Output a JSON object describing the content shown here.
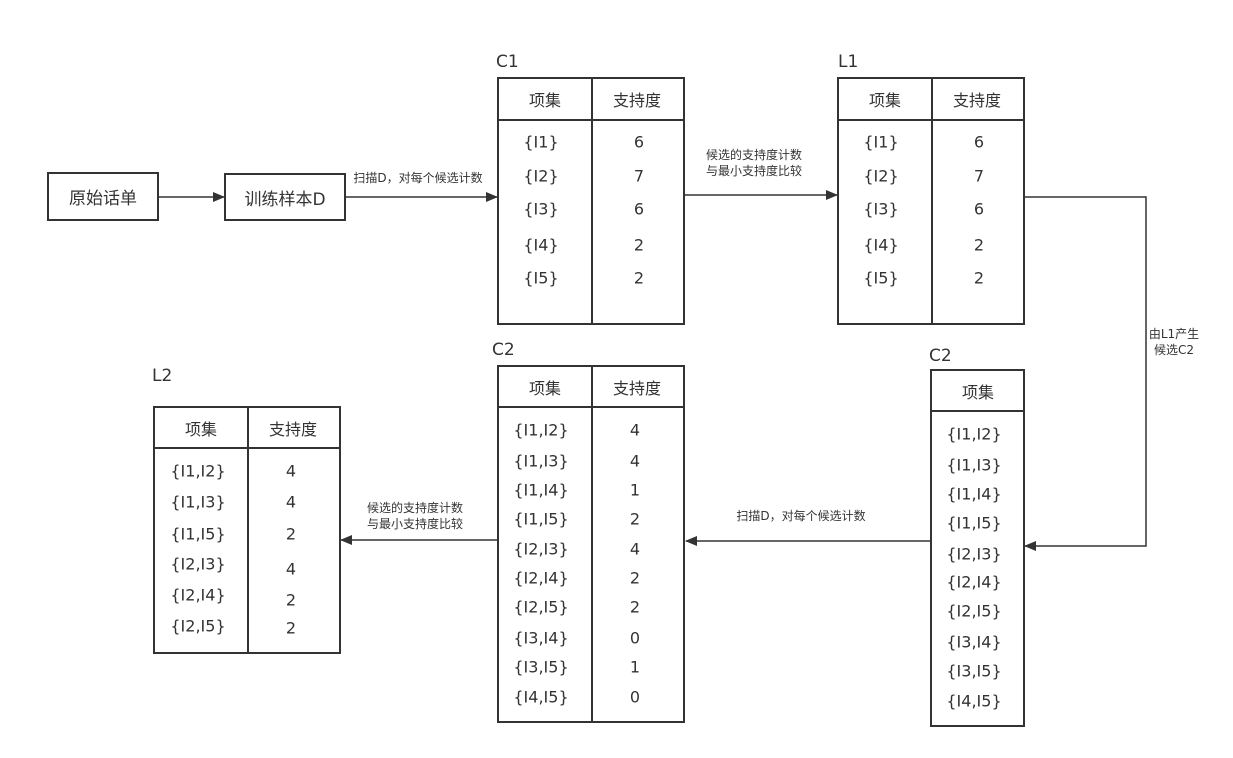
{
  "source_box": "原始话单",
  "training_box": "训练样本D",
  "edges": {
    "scan_1": "扫描D，对每个候选计数",
    "compare_1": [
      "候选的支持度计数",
      "与最小支持度比较"
    ],
    "generate": [
      "由L1产生",
      "候选C2"
    ],
    "scan_2": "扫描D，对每个候选计数",
    "compare_2": [
      "候选的支持度计数",
      "与最小支持度比较"
    ]
  },
  "headers": {
    "itemset": "项集",
    "support": "支持度"
  },
  "tables": {
    "c1": {
      "title": "C1",
      "itemsets": [
        "{I1}",
        "{I2}",
        "{I3}",
        "{I4}",
        "{I5}"
      ],
      "supports": [
        "6",
        "7",
        "6",
        "2",
        "2"
      ]
    },
    "l1": {
      "title": "L1",
      "itemsets": [
        "{I1}",
        "{I2}",
        "{I3}",
        "{I4}",
        "{I5}"
      ],
      "supports": [
        "6",
        "7",
        "6",
        "2",
        "2"
      ]
    },
    "c2_candidates": {
      "title": "C2",
      "itemsets": [
        "{I1,I2}",
        "{I1,I3}",
        "{I1,I4}",
        "{I1,I5}",
        "{I2,I3}",
        "{I2,I4}",
        "{I2,I5}",
        "{I3,I4}",
        "{I3,I5}",
        "{I4,I5}"
      ]
    },
    "c2": {
      "title": "C2",
      "itemsets": [
        "{I1,I2}",
        "{I1,I3}",
        "{I1,I4}",
        "{I1,I5}",
        "{I2,I3}",
        "{I2,I4}",
        "{I2,I5}",
        "{I3,I4}",
        "{I3,I5}",
        "{I4,I5}"
      ],
      "supports": [
        "4",
        "4",
        "1",
        "2",
        "4",
        "2",
        "2",
        "0",
        "1",
        "0"
      ]
    },
    "l2": {
      "title": "L2",
      "itemsets": [
        "{I1,I2}",
        "{I1,I3}",
        "{I1,I5}",
        "{I2,I3}",
        "{I2,I4}",
        "{I2,I5}"
      ],
      "supports": [
        "4",
        "4",
        "2",
        "4",
        "2",
        "2"
      ]
    }
  },
  "colors": {
    "stroke": "#333333",
    "background": "#ffffff"
  }
}
